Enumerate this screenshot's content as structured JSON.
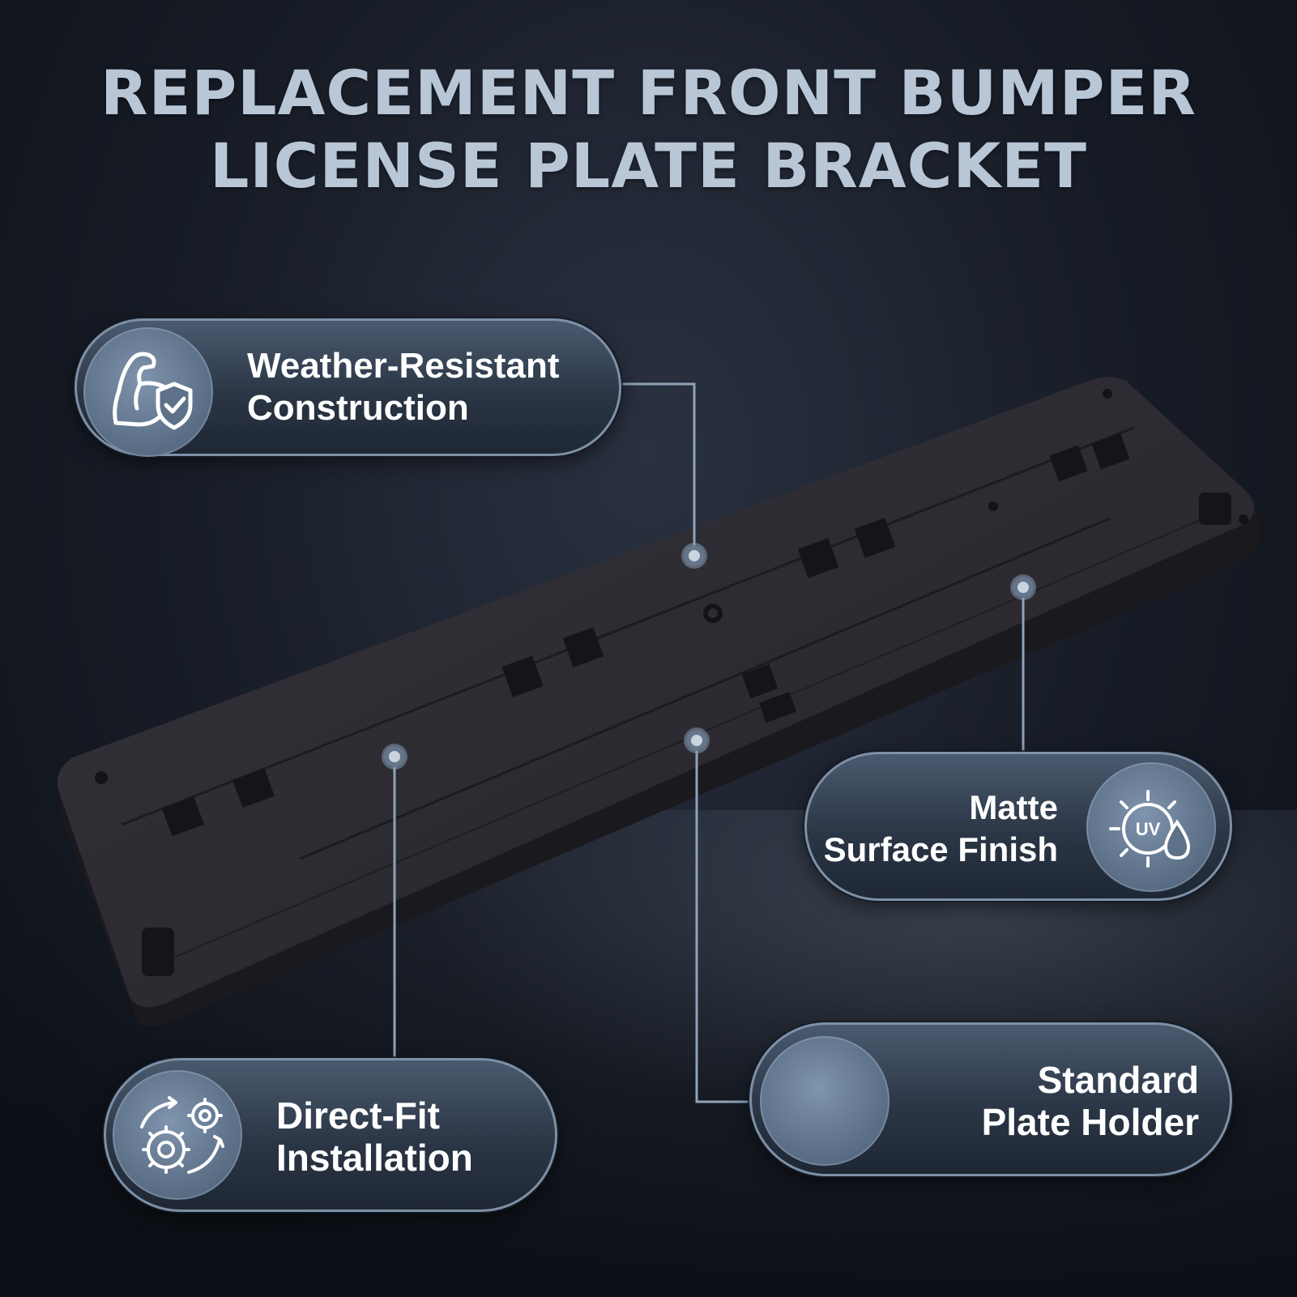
{
  "title": {
    "line1": "REPLACEMENT FRONT BUMPER",
    "line2": "LICENSE PLATE BRACKET"
  },
  "features": [
    {
      "line1": "Weather-Resistant",
      "line2": "Construction",
      "icon": "arm-shield-icon"
    },
    {
      "line1": "Matte",
      "line2": "Surface Finish",
      "icon": "uv-water-icon",
      "icon_text": "UV"
    },
    {
      "line1": "Direct-Fit",
      "line2": "Installation",
      "icon": "gears-icon"
    },
    {
      "line1": "Standard",
      "line2": "Plate Holder",
      "icon": ""
    }
  ],
  "colors": {
    "title": "#b8c6d6",
    "pill_border": "#7d90a6",
    "connector": "#8fa2b8",
    "bracket": "#2b2a30"
  }
}
